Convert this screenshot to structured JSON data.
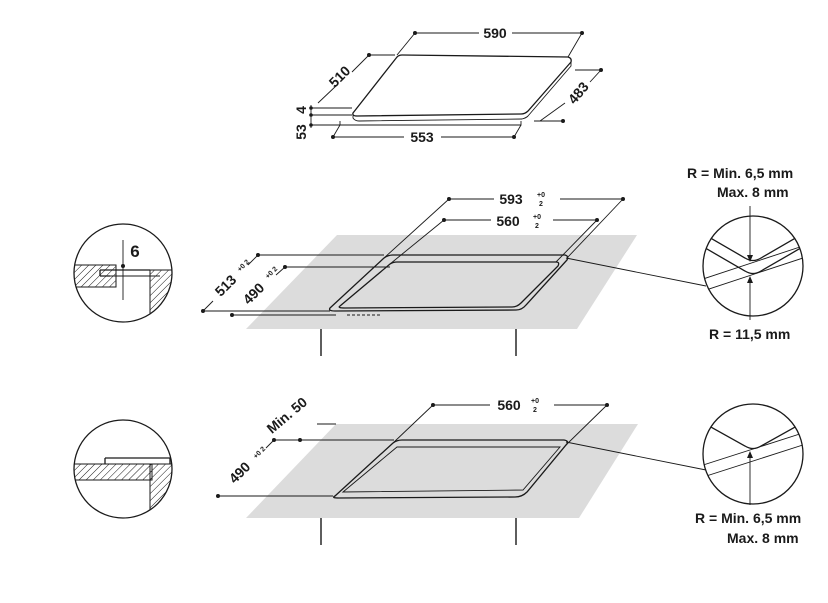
{
  "top": {
    "width": "590",
    "depth": "510",
    "depth_front": "483",
    "bottom_width": "553",
    "glass_thickness": "4",
    "body_height": "53"
  },
  "cutout_a": {
    "outer_width": "593",
    "outer_width_tol": "+0\n2",
    "inner_width": "560",
    "inner_width_tol": "+0\n2",
    "outer_depth": "513",
    "outer_depth_tol": "+0\n2",
    "inner_depth": "490",
    "inner_depth_tol": "+0\n2",
    "rebate_depth": "6",
    "corner_radius_outer_line1": "R = Min. 6,5 mm",
    "corner_radius_outer_line2": "Max. 8 mm",
    "corner_radius_inner": "R = 11,5 mm"
  },
  "cutout_b": {
    "width": "560",
    "width_tol": "+0\n2",
    "depth": "490",
    "depth_tol": "+0\n2",
    "min_distance": "Min. 50",
    "corner_radius_line1": "R = Min. 6,5 mm",
    "corner_radius_line2": "Max. 8 mm"
  },
  "colors": {
    "counter": "#dcdcdc",
    "line": "#1a1a1a"
  }
}
